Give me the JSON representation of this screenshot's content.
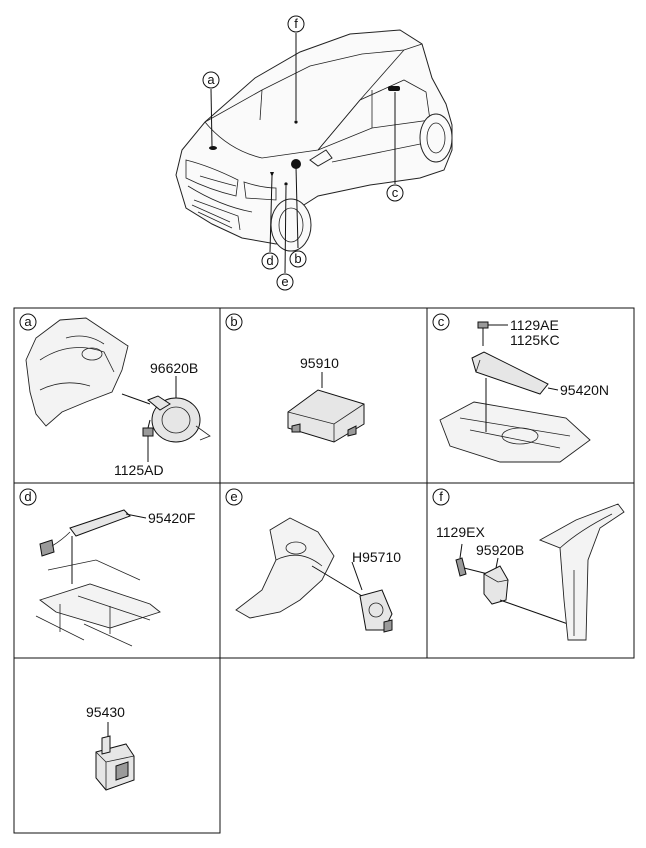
{
  "overview": {
    "callouts": [
      "a",
      "b",
      "c",
      "d",
      "e",
      "f"
    ]
  },
  "cells": [
    {
      "letter": "a",
      "parts": [
        "96620B",
        "1125AD"
      ]
    },
    {
      "letter": "b",
      "parts": [
        "95910"
      ]
    },
    {
      "letter": "c",
      "parts": [
        "1129AE",
        "1125KC",
        "95420N"
      ]
    },
    {
      "letter": "d",
      "parts": [
        "95420F"
      ]
    },
    {
      "letter": "e",
      "parts": [
        "H95710"
      ]
    },
    {
      "letter": "f",
      "parts": [
        "1129EX",
        "95920B"
      ]
    },
    {
      "letter": "",
      "parts": [
        "95430"
      ]
    }
  ]
}
